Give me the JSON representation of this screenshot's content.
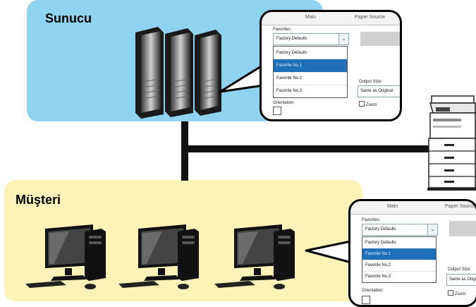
{
  "server": {
    "label": "Sunucu"
  },
  "client": {
    "label": "Müşteri"
  },
  "dialog": {
    "tab1": "Main",
    "tab2": "Paper Source",
    "favorites_label": "Favorites:",
    "favorites_value": "Factory Defaults",
    "options": [
      "Factory Defaults",
      "Favorite No.1",
      "Favorite No.2",
      "Favorite No.3"
    ],
    "selected_index": 1,
    "output_size_label": "Output Size:",
    "output_size_value": "Same as Original",
    "orientation_label": "Orientation:",
    "zoom_label": "Zoom"
  },
  "colors": {
    "server_zone": "#8fd3f0",
    "client_zone": "#fdf3b8",
    "network_line": "#111111",
    "selected_option": "#1e6fb8"
  }
}
